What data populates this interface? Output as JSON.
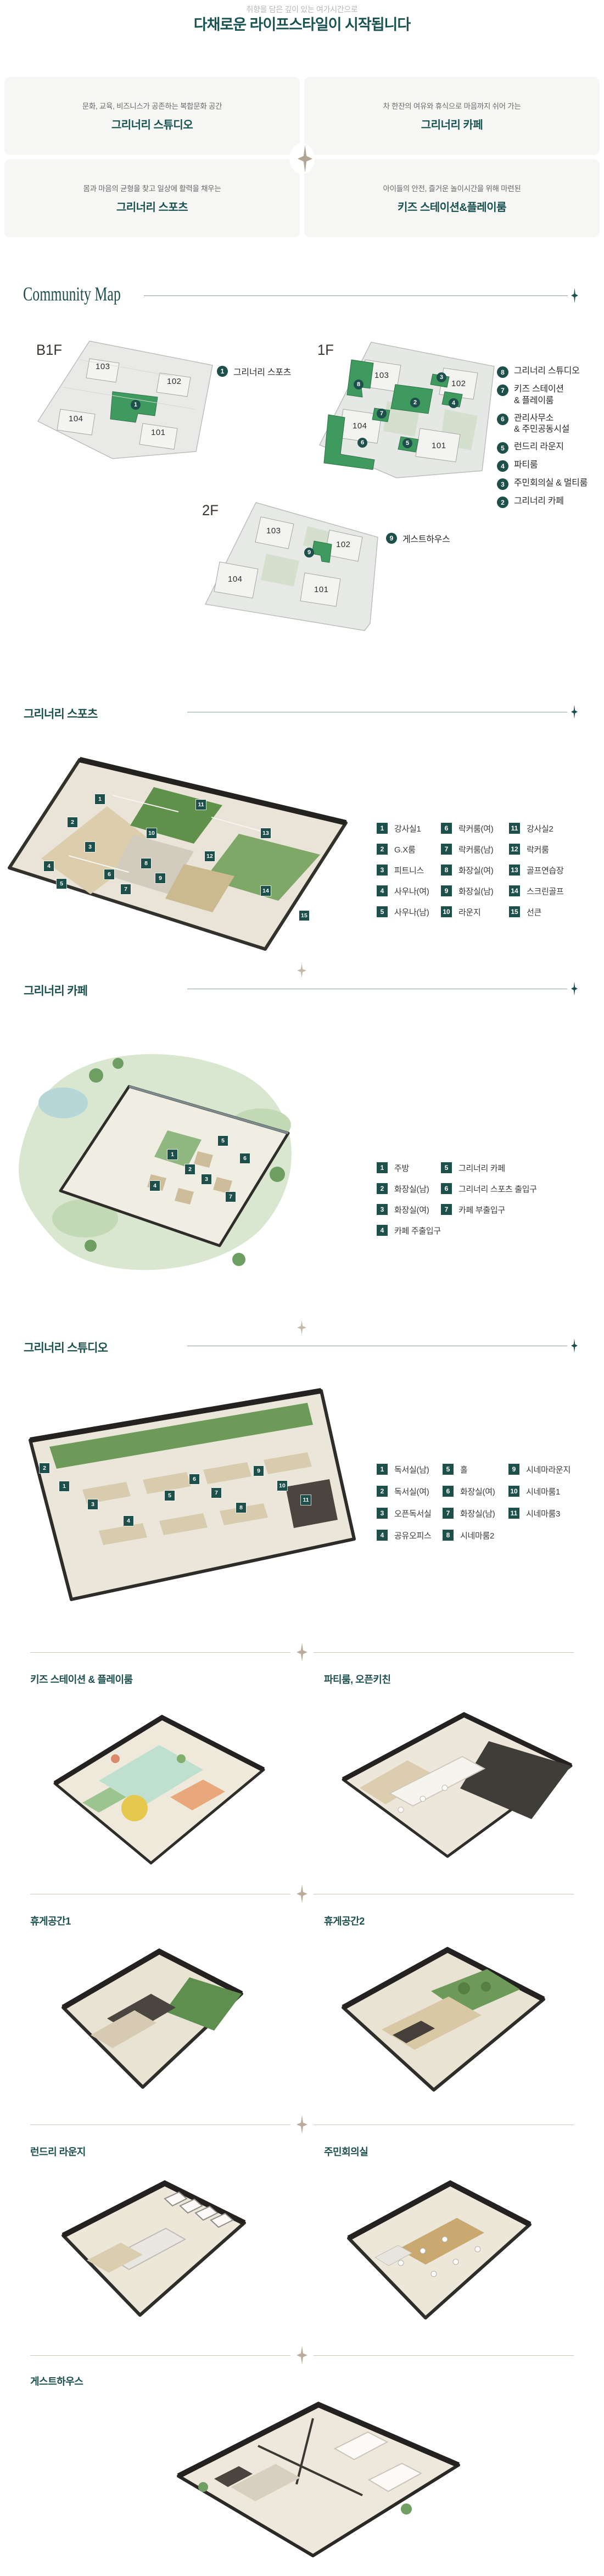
{
  "header": {
    "subtitle": "취향을 담은 깊이 있는 여가시간으로",
    "title": "다채로운 라이프스타일이 시작됩니다"
  },
  "features": [
    {
      "desc": "문화, 교육, 비즈니스가 공존하는 복합문화 공간",
      "title": "그리너리 스튜디오"
    },
    {
      "desc": "차 한잔의 여유와 휴식으로 마음까지 쉬어 가는",
      "title": "그리너리 카페"
    },
    {
      "desc": "몸과 마음의 균형을 찾고 일상에 활력을 채우는",
      "title": "그리너리 스포츠"
    },
    {
      "desc": "아이들의 안전, 즐거운 놀이시간을 위해 마련된",
      "title": "키즈 스테이션&플레이룸"
    }
  ],
  "community": {
    "heading": "Community Map",
    "b1f": {
      "label": "B1F",
      "buildings": [
        "103",
        "102",
        "104",
        "101"
      ],
      "marker": "1",
      "legend": [
        {
          "num": "1",
          "label": "그리너리 스포츠"
        }
      ]
    },
    "f1": {
      "label": "1F",
      "buildings": [
        "103",
        "102",
        "104",
        "101"
      ],
      "markers": [
        "8",
        "3",
        "2",
        "4",
        "7",
        "6",
        "5"
      ],
      "legend": [
        {
          "num": "8",
          "label": "그리너리 스튜디오",
          "label2": ""
        },
        {
          "num": "7",
          "label": "키즈 스테이션",
          "label2": "& 플레이룸"
        },
        {
          "num": "6",
          "label": "관리사무소",
          "label2": "& 주민공동시설"
        },
        {
          "num": "5",
          "label": "런드리 라운지",
          "label2": ""
        },
        {
          "num": "4",
          "label": "파티룸",
          "label2": ""
        },
        {
          "num": "3",
          "label": "주민회의실 & 멀티룸",
          "label2": ""
        },
        {
          "num": "2",
          "label": "그리너리 카페",
          "label2": ""
        }
      ]
    },
    "f2": {
      "label": "2F",
      "buildings": [
        "103",
        "102",
        "104",
        "101"
      ],
      "marker": "9",
      "legend": [
        {
          "num": "9",
          "label": "게스트하우스"
        }
      ]
    }
  },
  "sports": {
    "heading": "그리너리 스포츠",
    "legend": [
      {
        "num": "1",
        "label": "강사실1"
      },
      {
        "num": "2",
        "label": "G.X룸"
      },
      {
        "num": "3",
        "label": "피트니스"
      },
      {
        "num": "4",
        "label": "사우나(여)"
      },
      {
        "num": "5",
        "label": "사우나(남)"
      },
      {
        "num": "6",
        "label": "락커룸(여)"
      },
      {
        "num": "7",
        "label": "락커룸(남)"
      },
      {
        "num": "8",
        "label": "화장실(여)"
      },
      {
        "num": "9",
        "label": "화장실(남)"
      },
      {
        "num": "10",
        "label": "라운지"
      },
      {
        "num": "11",
        "label": "강사실2"
      },
      {
        "num": "12",
        "label": "락커룸"
      },
      {
        "num": "13",
        "label": "골프연습장"
      },
      {
        "num": "14",
        "label": "스크린골프"
      },
      {
        "num": "15",
        "label": "선큰"
      }
    ]
  },
  "cafe": {
    "heading": "그리너리 카페",
    "legend": [
      {
        "num": "1",
        "label": "주방"
      },
      {
        "num": "2",
        "label": "화장실(남)"
      },
      {
        "num": "3",
        "label": "화장실(여)"
      },
      {
        "num": "4",
        "label": "카페 주출입구"
      },
      {
        "num": "5",
        "label": "그리너리 카페"
      },
      {
        "num": "6",
        "label": "그리너리 스포츠 출입구"
      },
      {
        "num": "7",
        "label": "카페 부출입구"
      }
    ]
  },
  "studio": {
    "heading": "그리너리 스튜디오",
    "legend": [
      {
        "num": "1",
        "label": "독서실(남)"
      },
      {
        "num": "2",
        "label": "독서실(여)"
      },
      {
        "num": "3",
        "label": "오픈독서실"
      },
      {
        "num": "4",
        "label": "공유오피스"
      },
      {
        "num": "5",
        "label": "홀"
      },
      {
        "num": "6",
        "label": "화장실(여)"
      },
      {
        "num": "7",
        "label": "화장실(남)"
      },
      {
        "num": "8",
        "label": "시네마룸2"
      },
      {
        "num": "9",
        "label": "시네마라운지"
      },
      {
        "num": "10",
        "label": "시네마룸1"
      },
      {
        "num": "11",
        "label": "시네마룸3"
      }
    ]
  },
  "rooms": {
    "kids": "키즈 스테이션 & 플레이룸",
    "party": "파티룸, 오픈키친",
    "rest1": "휴게공간1",
    "rest2": "휴게공간2",
    "laundry": "런드리 라운지",
    "meeting": "주민회의실",
    "guesthouse": "게스트하우스"
  },
  "colors": {
    "accent": "#175150",
    "marker_bg": "#1d4f4b",
    "map_green": "#3f9a5f",
    "divider_tan": "#b9ac9b"
  }
}
